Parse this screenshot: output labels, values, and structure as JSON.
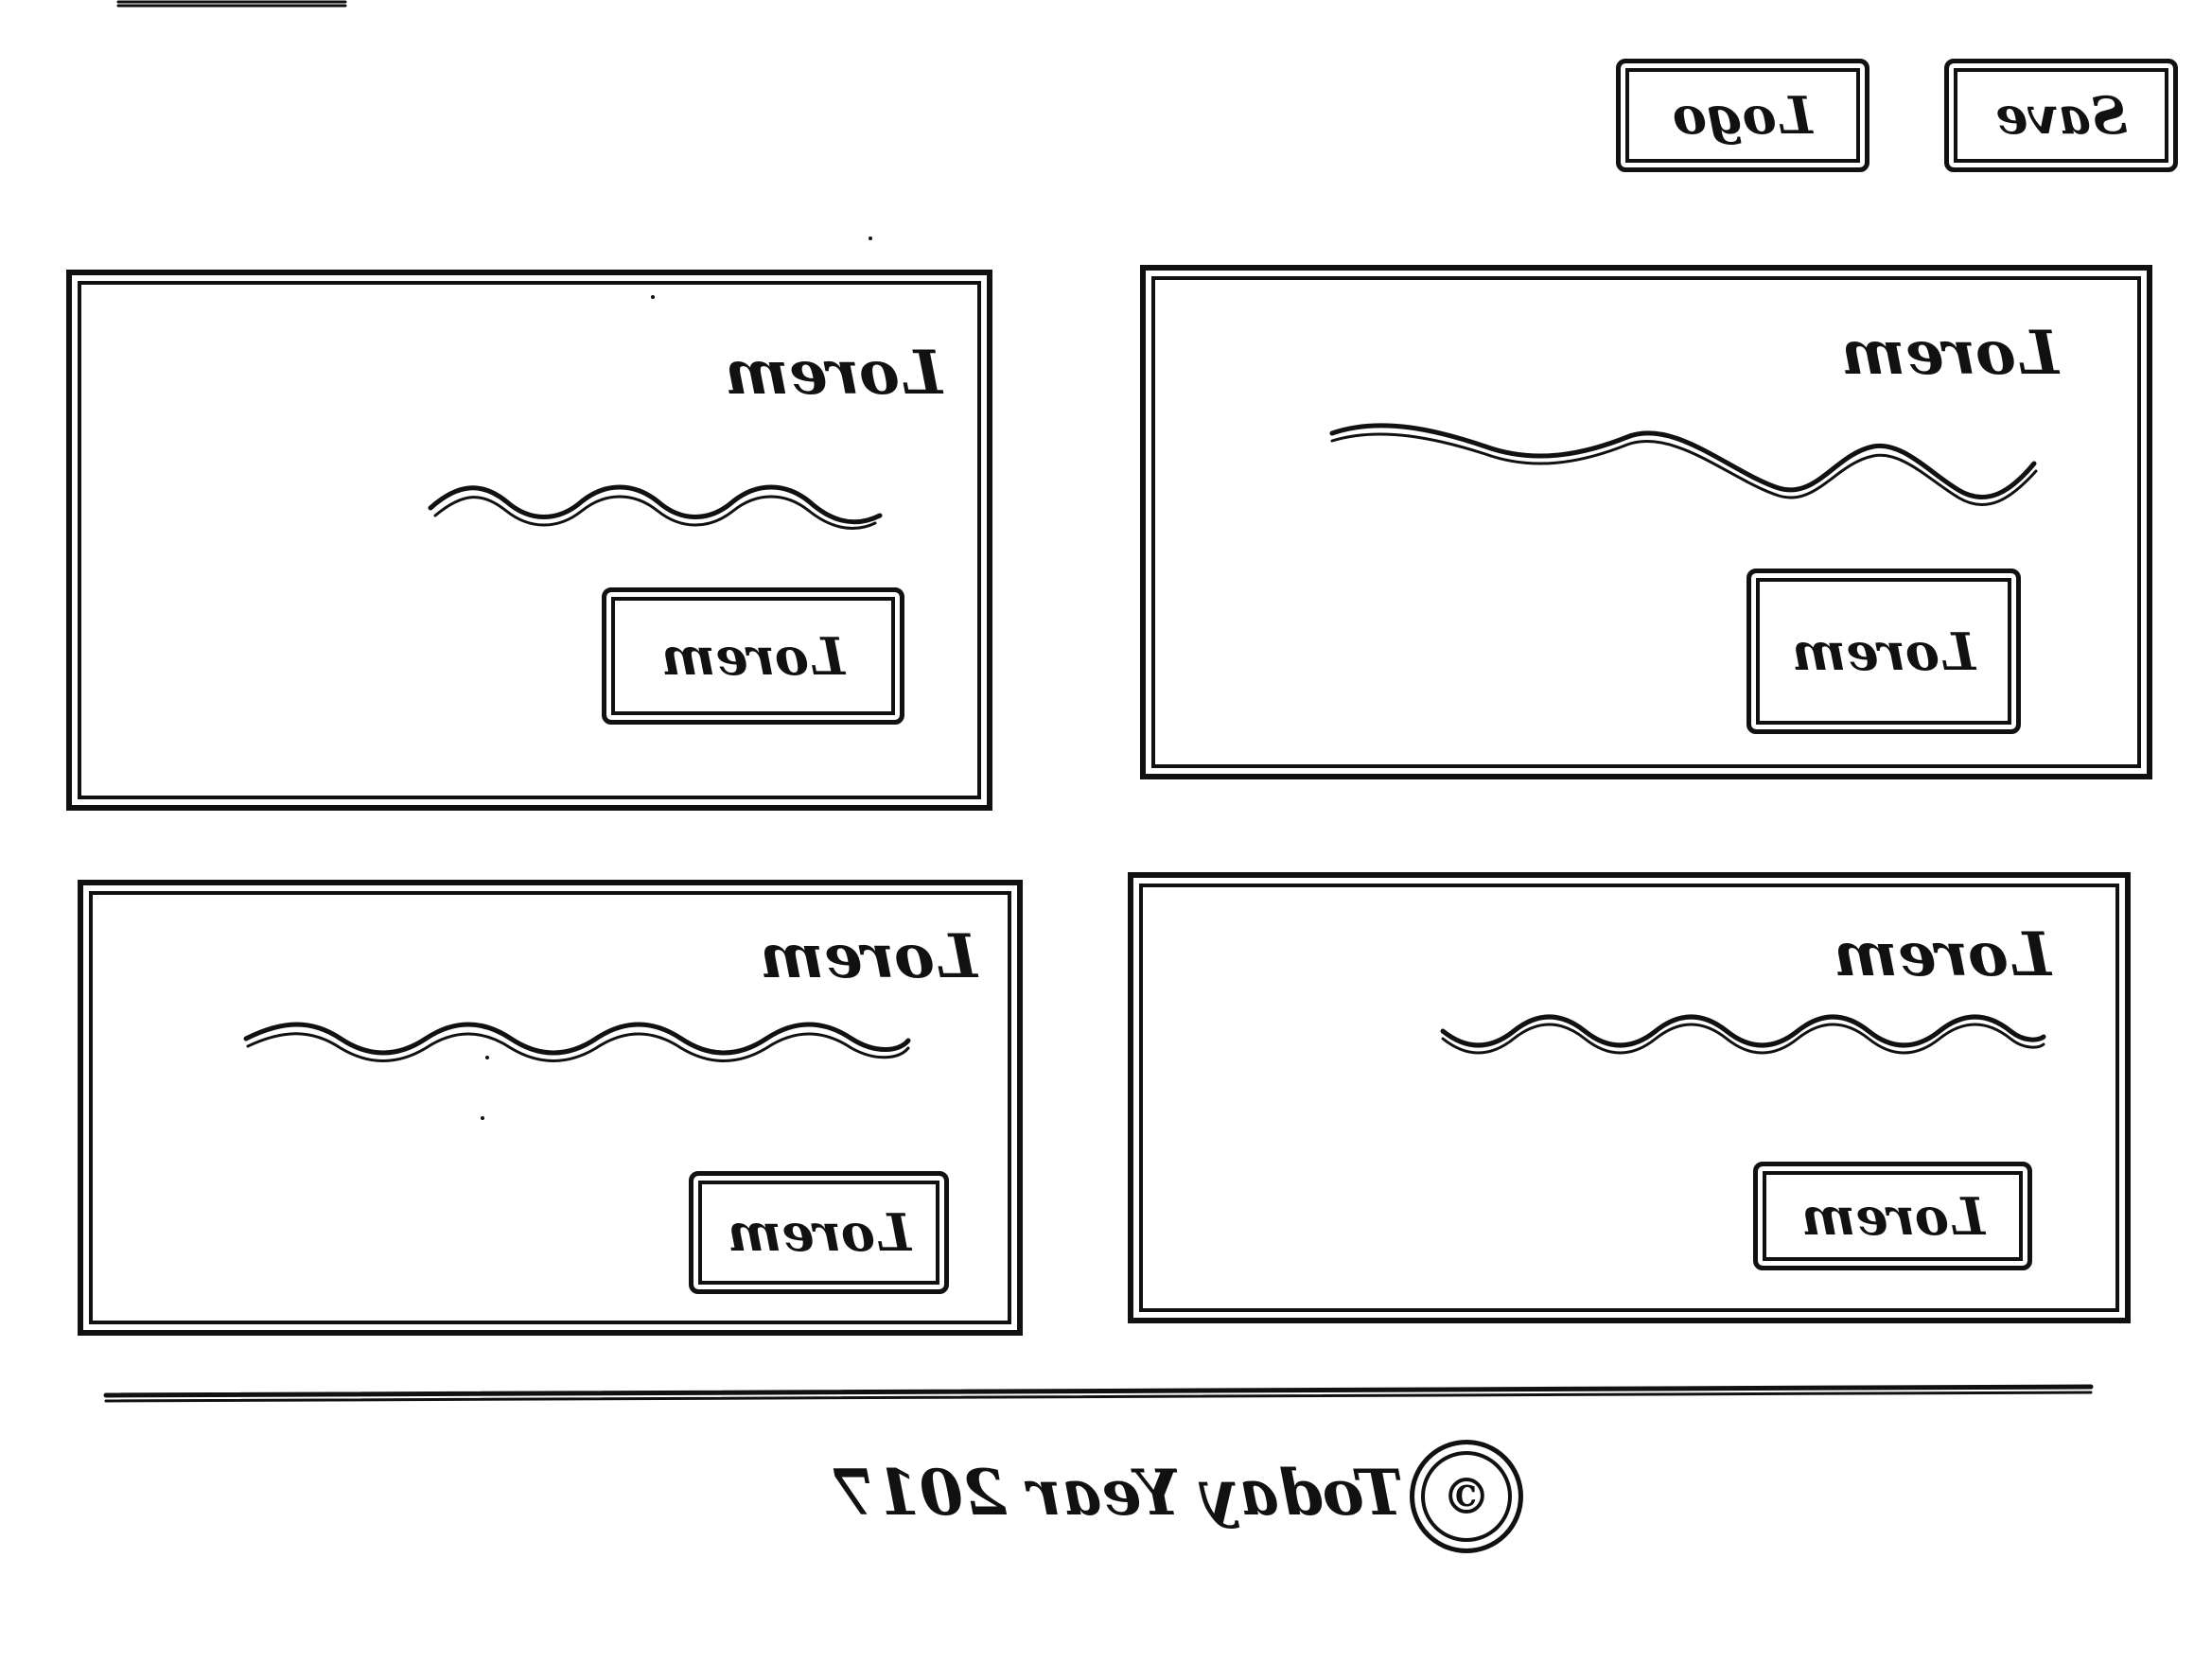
{
  "header": {
    "logo_label": "Logo",
    "save_label": "Save"
  },
  "cards": [
    {
      "title": "Lorem",
      "button_label": "Lorem"
    },
    {
      "title": "Lorem",
      "button_label": "Lorem"
    },
    {
      "title": "Lorem",
      "button_label": "Lorem"
    },
    {
      "title": "Lorem",
      "button_label": "Lorem"
    }
  ],
  "footer": {
    "copyright_symbol": "©",
    "text": "Today Year 2017"
  }
}
